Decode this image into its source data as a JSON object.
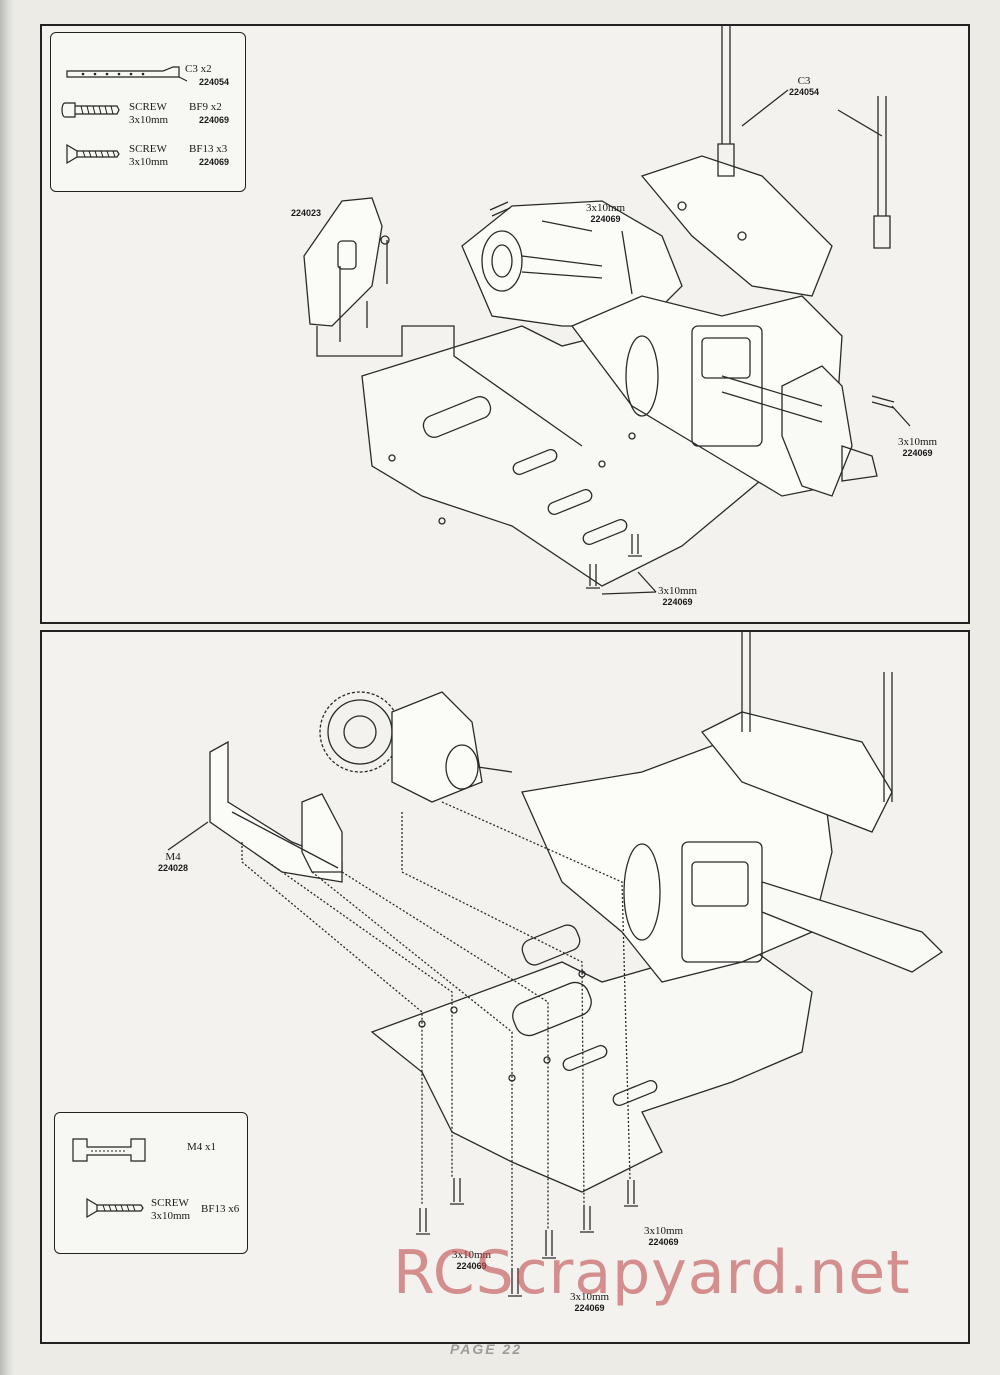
{
  "panel_top": {
    "legend": {
      "row1_code": "C3  x2",
      "row1_part": "224054",
      "row2_label": "SCREW",
      "row2_size": "3x10mm",
      "row2_code": "BF9     x2",
      "row2_part": "224069",
      "row3_label": "SCREW",
      "row3_size": "3x10mm",
      "row3_code": "BF13  x3",
      "row3_part": "224069"
    },
    "callouts": {
      "shock_tower_part": "224023",
      "c3_label": "C3",
      "c3_part": "224054",
      "screw_upper_size": "3x10mm",
      "screw_upper_part": "224069",
      "screw_right_size": "3x10mm",
      "screw_right_part": "224069",
      "screw_bottom_size": "3x10mm",
      "screw_bottom_part": "224069"
    }
  },
  "panel_bottom": {
    "legend": {
      "row1_code": "M4    x1",
      "row2_label": "SCREW",
      "row2_size": "3x10mm",
      "row2_code": "BF13  x6"
    },
    "callouts": {
      "m4_label": "M4",
      "m4_part": "224028",
      "screw_left_size": "3x10mm",
      "screw_left_part": "224069",
      "screw_right_size": "3x10mm",
      "screw_right_part": "224069",
      "screw_center_size": "3x10mm",
      "screw_center_part": "224069"
    }
  },
  "footer": {
    "page_number": "PAGE   22",
    "watermark": "RCScrapyard.net"
  }
}
